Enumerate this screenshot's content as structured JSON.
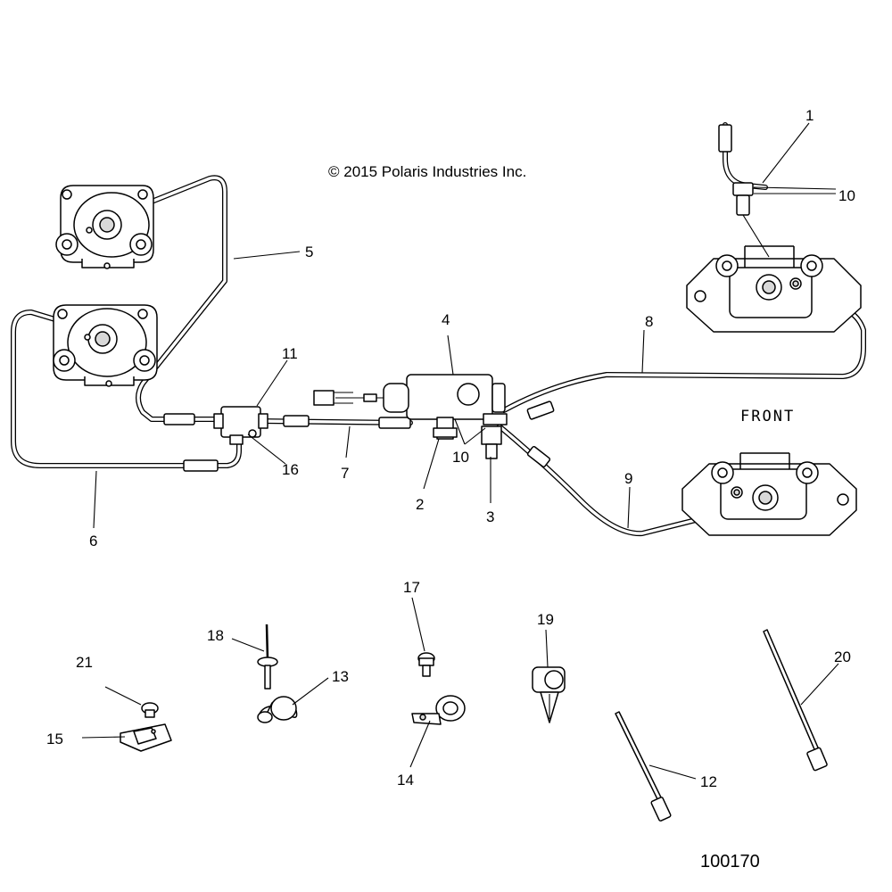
{
  "copyright": "© 2015 Polaris Industries Inc.",
  "front_label": "FRONT",
  "figure_number": "100170",
  "callouts": {
    "c1": "1",
    "c2": "2",
    "c3": "3",
    "c4": "4",
    "c5": "5",
    "c6": "6",
    "c7": "7",
    "c8": "8",
    "c9": "9",
    "c10a": "10",
    "c10b": "10",
    "c11": "11",
    "c12": "12",
    "c13": "13",
    "c14": "14",
    "c15": "15",
    "c16": "16",
    "c17": "17",
    "c18": "18",
    "c19": "19",
    "c20": "20",
    "c21": "21"
  }
}
